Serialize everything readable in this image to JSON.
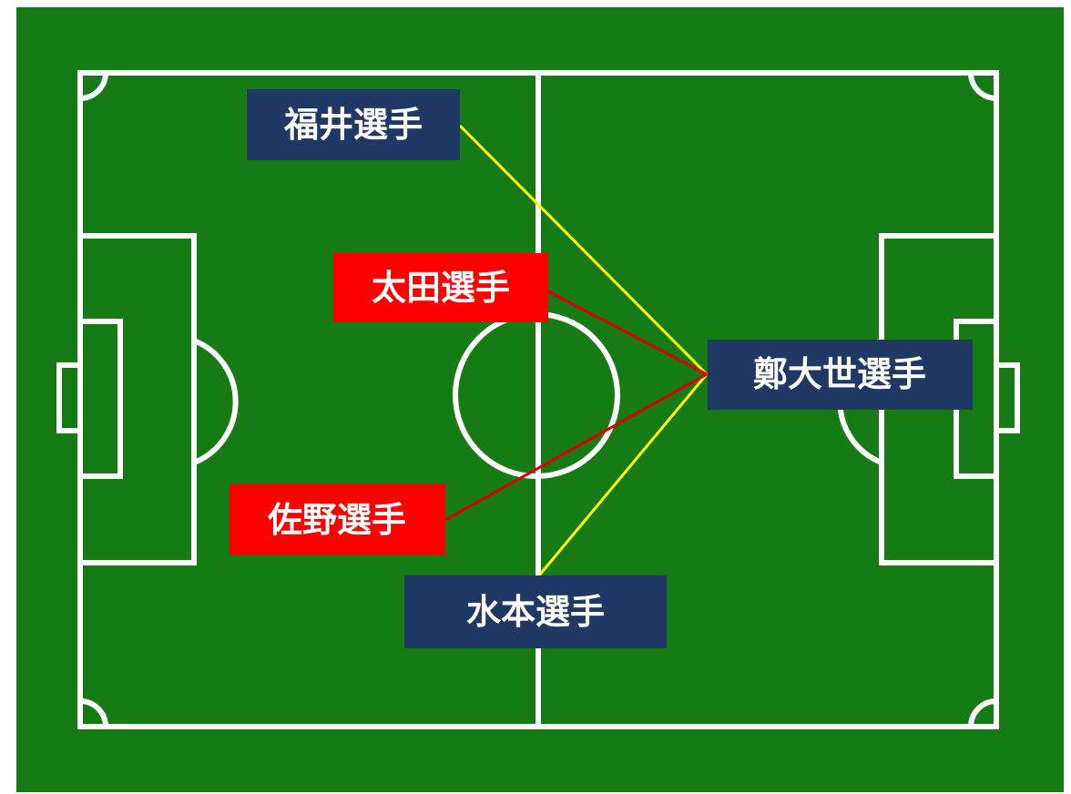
{
  "colors": {
    "pitch": "#167b15",
    "lines": "#ffffff",
    "navy_label": "#1f3864",
    "red_label": "#ff0000",
    "yellow_connector": "#ffff00",
    "red_connector": "#e00000",
    "label_text": "#ffffff"
  },
  "players": {
    "fukui": "福井選手",
    "ota": "太田選手",
    "sano": "佐野選手",
    "mizumoto": "水本選手",
    "jong": "鄭大世選手"
  }
}
